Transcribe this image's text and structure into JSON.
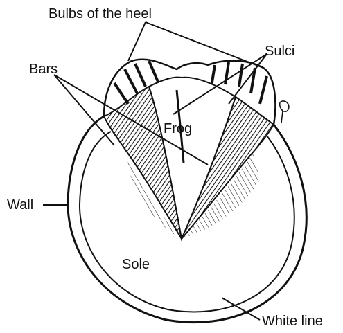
{
  "labels": {
    "bulbs": "Bulbs of the heel",
    "sulci": "Sulci",
    "bars": "Bars",
    "frog": "Frog",
    "wall": "Wall",
    "sole": "Sole",
    "white_line": "White line"
  },
  "colors": {
    "ink": "#111111",
    "paper": "#ffffff"
  }
}
